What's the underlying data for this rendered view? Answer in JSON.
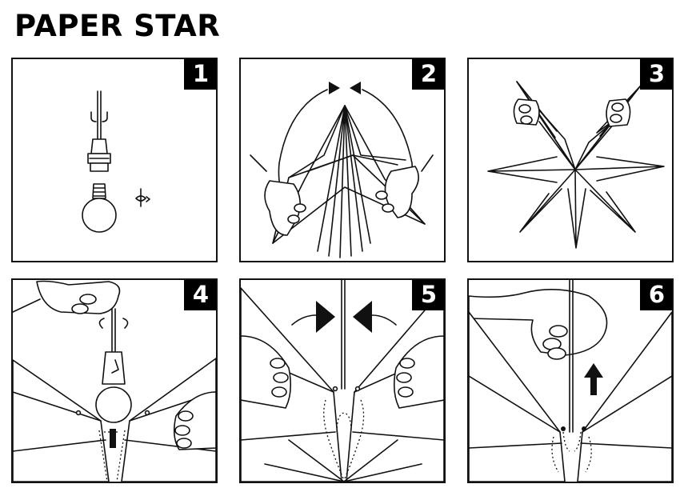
{
  "title": "PAPER STAR",
  "steps": [
    {
      "number": "1"
    },
    {
      "number": "2"
    },
    {
      "number": "3"
    },
    {
      "number": "4"
    },
    {
      "number": "5"
    },
    {
      "number": "6"
    }
  ]
}
